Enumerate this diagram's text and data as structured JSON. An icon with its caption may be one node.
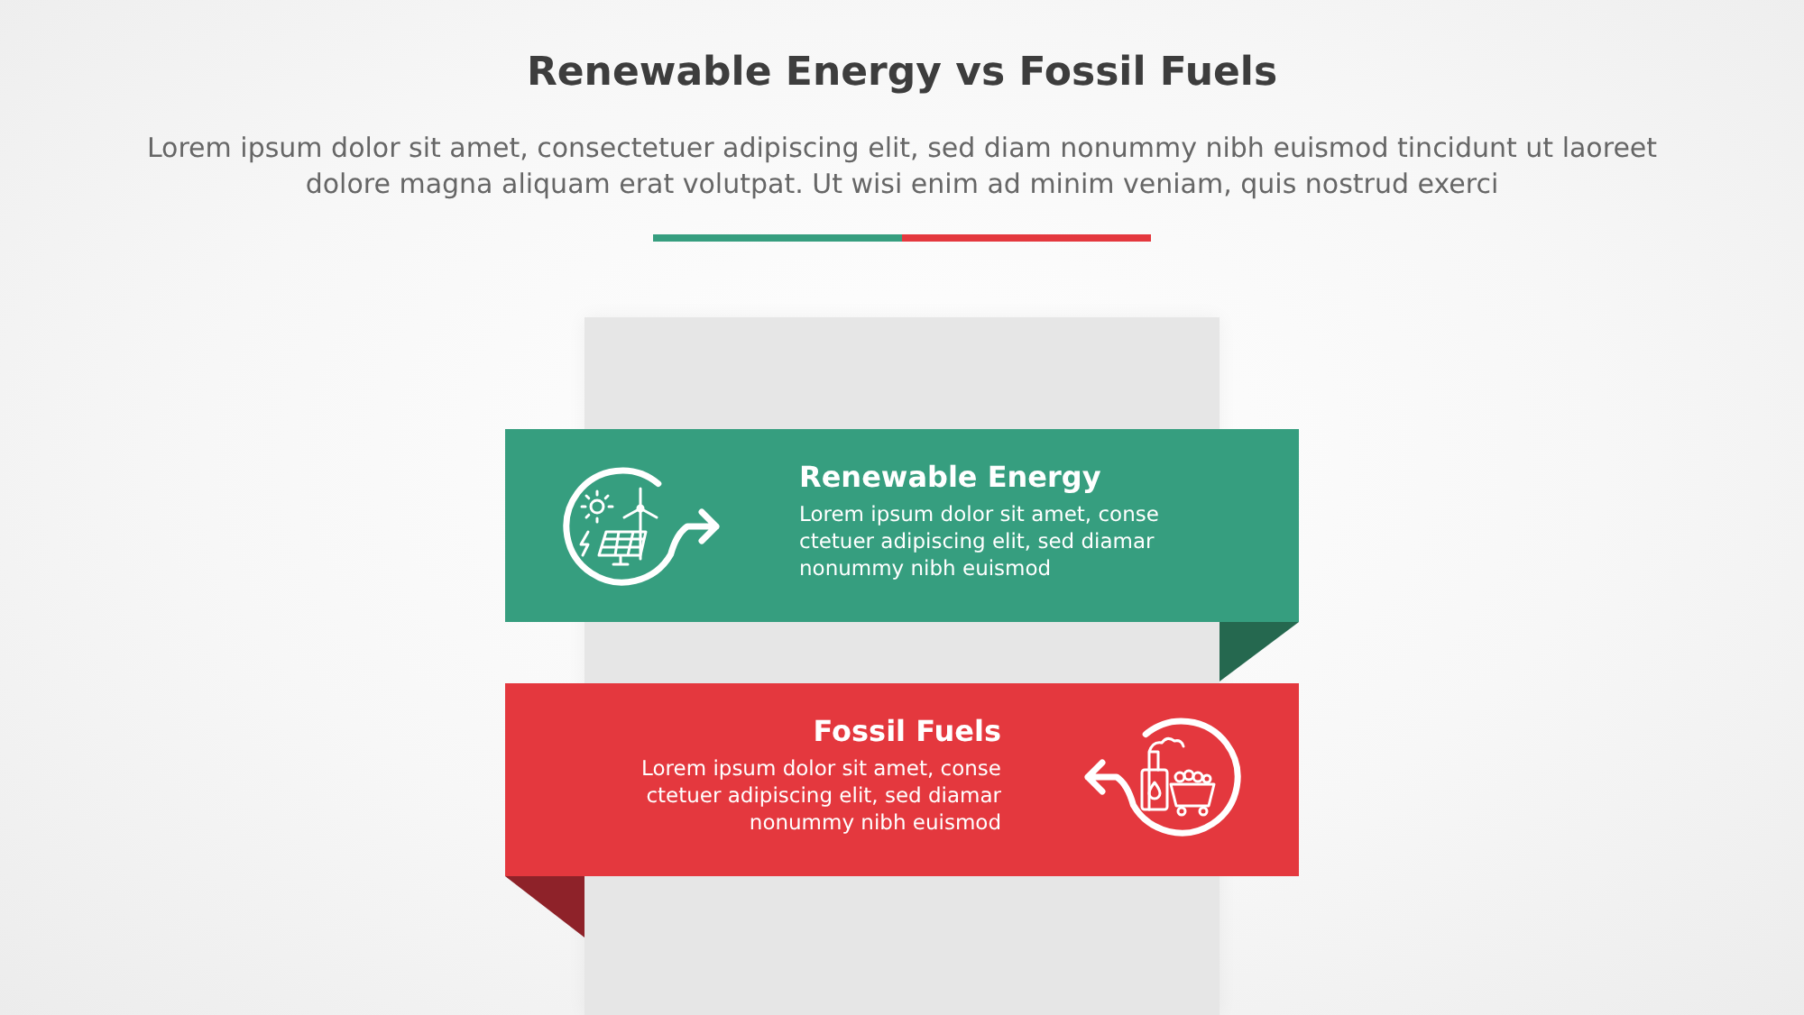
{
  "diagram": {
    "title": "Renewable Energy vs Fossil Fuels",
    "nodes": [
      {
        "text": [
          "Renewable Energy",
          "Lorem ipsum dolor sit amet, conse ctetuer adipiscing elit, sed diamar nonummy nibh euismod"
        ]
      },
      {
        "text": [
          "Fossil Fuels",
          "Lorem ipsum dolor sit amet, conse ctetuer adipiscing elit, sed diamar nonummy nibh euismod"
        ]
      }
    ],
    "labels": [
      "Lorem ipsum dolor sit amet, consectetuer adipiscing elit, sed diam nonummy nibh euismod tincidunt ut laoreet dolore magna aliquam erat volutpat. Ut wisi enim ad minim veniam, quis nostrud exerci"
    ]
  }
}
